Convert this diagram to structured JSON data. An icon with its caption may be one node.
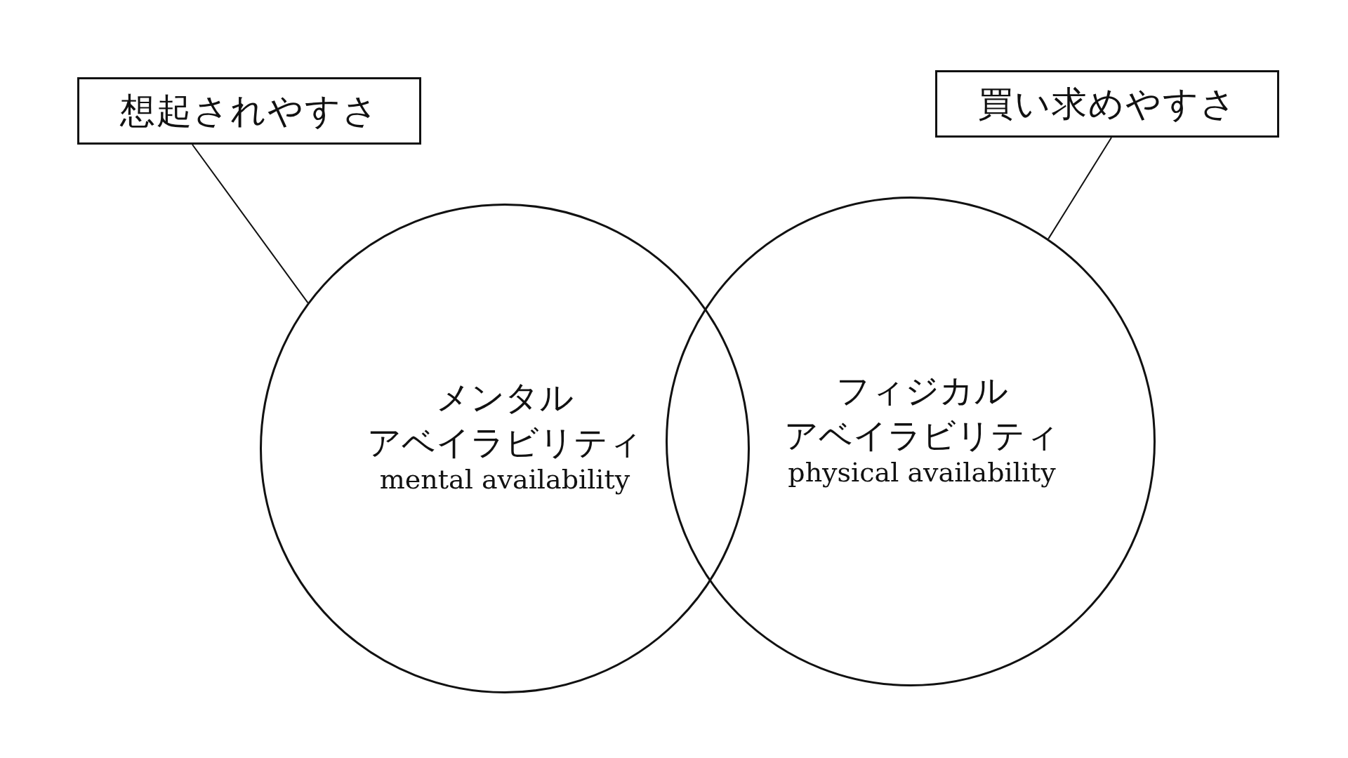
{
  "diagram": {
    "nodes": [
      {
        "text": [
          "想起されやすさ"
        ]
      },
      {
        "text": [
          "買い求めやすさ"
        ]
      },
      {
        "text": [
          "メンタル",
          "アベイラビリティ",
          "mental availability"
        ]
      },
      {
        "text": [
          "フィジカル",
          "アベイラビリティ",
          "physical availability"
        ]
      }
    ],
    "edges": [
      {
        "from": 0,
        "to": 2,
        "arrow": "none"
      },
      {
        "from": 1,
        "to": 3,
        "arrow": "none"
      }
    ]
  }
}
